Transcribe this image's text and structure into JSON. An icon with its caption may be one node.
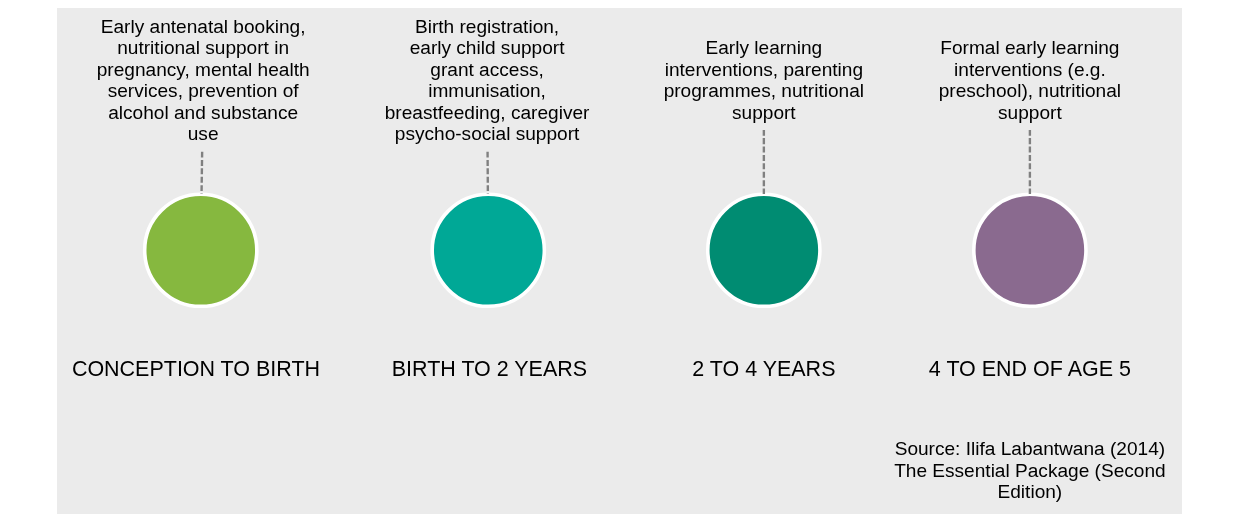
{
  "diagram": {
    "nodes": [
      {
        "text": [
          "Early antenatal booking, nutritional support in pregnancy, mental health services, prevention of alcohol and substance use"
        ]
      },
      {
        "text": [],
        "shape": "circle",
        "beside": [
          "CONCEPTION TO BIRTH"
        ]
      },
      {
        "text": [
          "Birth registration, early child support grant access, immunisation, breastfeeding, caregiver psycho-social support"
        ]
      },
      {
        "text": [],
        "shape": "circle",
        "beside": [
          "BIRTH TO 2 YEARS"
        ]
      },
      {
        "text": [
          "Early learning interventions, parenting programmes, nutritional support"
        ]
      },
      {
        "text": [],
        "shape": "circle",
        "beside": [
          "2 TO 4 YEARS"
        ]
      },
      {
        "text": [
          "Formal early learning interventions (e.g. preschool), nutritional support"
        ]
      },
      {
        "text": [],
        "shape": "circle",
        "beside": [
          "4 TO END OF AGE 5"
        ]
      }
    ],
    "edges": [
      {
        "from": 0,
        "to": 1,
        "arrow": "none",
        "style": "dashed"
      },
      {
        "from": 2,
        "to": 3,
        "arrow": "none",
        "style": "dashed"
      },
      {
        "from": 4,
        "to": 5,
        "arrow": "none",
        "style": "dashed"
      },
      {
        "from": 6,
        "to": 7,
        "arrow": "none",
        "style": "dashed"
      }
    ],
    "labels": [
      "Source: Ilifa Labantwana (2014) The Essential Package (Second Edition)"
    ]
  }
}
